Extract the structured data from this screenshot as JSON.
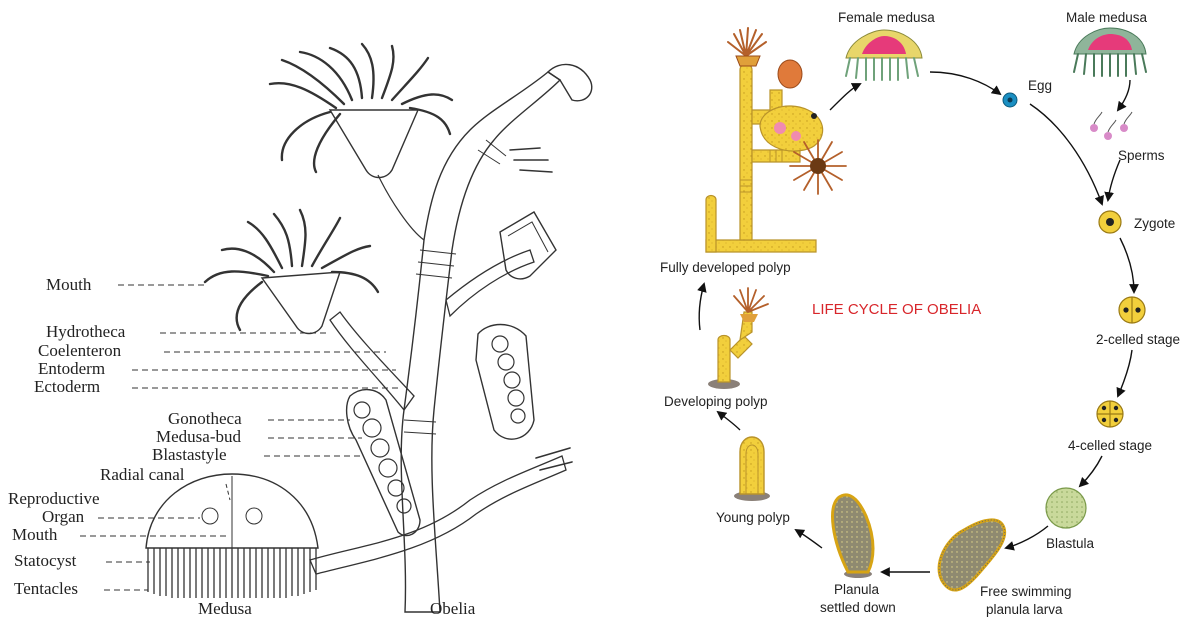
{
  "colors": {
    "title_red": "#d8262b",
    "polyp_yellow": "#f2cf3c",
    "polyp_edge": "#b9932a",
    "medusa_pink": "#e63a7a",
    "medusa_green": "#6fa27a",
    "tentacle_brown": "#b4602b",
    "egg_blue": "#1b8fc2",
    "blastula_green": "#c9d99b",
    "ink": "#222222"
  },
  "left_diagram": {
    "labels": {
      "mouth": "Mouth",
      "hydrotheca": "Hydrotheca",
      "coelenteron": "Coelenteron",
      "entoderm": "Entoderm",
      "ectoderm": "Ectoderm",
      "gonotheca": "Gonotheca",
      "medusa_bud": "Medusa-bud",
      "blastastyle": "Blastastyle",
      "radial_canal": "Radial canal",
      "reproductive": "Reproductive",
      "organ": "Organ",
      "medusa_mouth": "Mouth",
      "statocyst": "Statocyst",
      "tentacles": "Tentacles"
    },
    "captions": {
      "medusa": "Medusa",
      "obelia": "Obelia"
    }
  },
  "right_diagram": {
    "title": "LIFE CYCLE OF OBELIA",
    "stages": {
      "female_medusa": "Female medusa",
      "male_medusa": "Male medusa",
      "egg": "Egg",
      "sperms": "Sperms",
      "zygote": "Zygote",
      "two_celled": "2-celled stage",
      "four_celled": "4-celled stage",
      "blastula": "Blastula",
      "planula_line1": "Free swimming",
      "planula_line2": "planula larva",
      "settled_line1": "Planula",
      "settled_line2": "settled down",
      "young_polyp": "Young polyp",
      "developing_polyp": "Developing polyp",
      "fully_developed_polyp": "Fully developed polyp"
    }
  }
}
